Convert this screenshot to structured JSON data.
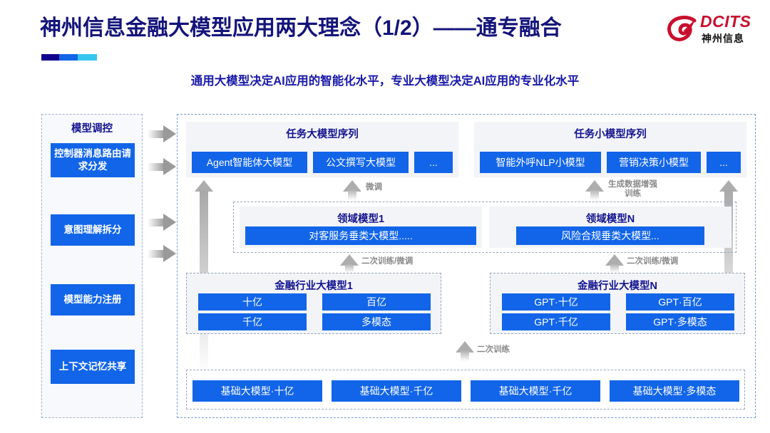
{
  "header": {
    "title": "神州信息金融大模型应用两大理念（1/2）——通专融合",
    "subtitle": "通用大模型决定AI应用的智能化水平，专业大模型决定AI应用的专业化水平",
    "logo": {
      "wordmark": "DCITS",
      "cn": "神州信息"
    },
    "accent_colors": [
      "#12008c",
      "#1464e6",
      "#35c6ee"
    ],
    "title_color": "#14147a",
    "brand_color": "#c8102e"
  },
  "control_panel": {
    "title": "模型调控",
    "items": [
      {
        "label": "控制器消息路由请求分发"
      },
      {
        "label": "意图理解拆分"
      },
      {
        "label": "模型能力注册"
      },
      {
        "label": "上下文记忆共享"
      }
    ]
  },
  "diagram": {
    "task_big": {
      "title": "任务大模型序列",
      "chips": [
        "Agent智能体大模型",
        "公文撰写大模型",
        "..."
      ]
    },
    "task_small": {
      "title": "任务小模型序列",
      "chips": [
        "智能外呼NLP小模型",
        "营销决策小模型",
        "..."
      ]
    },
    "domain_left": {
      "title": "领域模型1",
      "chip": "对客服务垂类大模型....."
    },
    "domain_right": {
      "title": "领域模型N",
      "chip": "风险合规垂类大模型..."
    },
    "fin_left": {
      "title": "金融行业大模型1",
      "chips": [
        "十亿",
        "百亿",
        "千亿",
        "多模态"
      ]
    },
    "fin_right": {
      "title": "金融行业大模型N",
      "chips": [
        "GPT·十亿",
        "GPT·百亿",
        "GPT·千亿",
        "GPT·多模态"
      ]
    },
    "base_models": [
      "基础大模型·十亿",
      "基础大模型·千亿",
      "基础大模型·千亿",
      "基础大模型·多模态"
    ],
    "arrow_labels": {
      "fine_tune": "微调",
      "gen_data_line1": "生成数据增强",
      "gen_data_line2": "训练",
      "retrain_left": "二次训练/微调",
      "retrain_right": "二次训练/微调",
      "retrain_base": "二次训练"
    },
    "chip_color": "#1265e8",
    "panel_bg": "#f2f4f7"
  }
}
